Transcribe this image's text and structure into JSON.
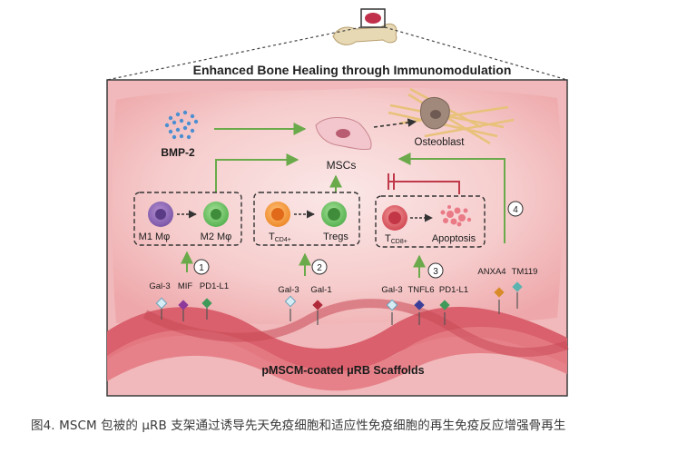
{
  "diagram": {
    "title": "Enhanced Bone Healing through Immunomodulation",
    "scaffold_label": "pMSCM-coated μRB Scaffolds",
    "bmp2_label": "BMP-2",
    "mscs_label": "MSCs",
    "osteoblast_label": "Osteoblast",
    "group1": {
      "m1_label": "M1 Mφ",
      "m2_label": "M2 Mφ",
      "step": "1",
      "markers": [
        "Gal-3",
        "MIF",
        "PD1-L1"
      ]
    },
    "group2": {
      "tcell_main": "T",
      "tcell_sub": "CD4+",
      "treg_label": "Tregs",
      "step": "2",
      "markers": [
        "Gal-3",
        "Gal-1"
      ]
    },
    "group3": {
      "tcell_main": "T",
      "tcell_sub": "CD8+",
      "apoptosis_label": "Apoptosis",
      "step": "3",
      "markers": [
        "Gal-3",
        "TNFL6",
        "PD1-L1"
      ]
    },
    "group4": {
      "step": "4",
      "markers": [
        "ANXA4",
        "TM119"
      ]
    },
    "colors": {
      "arrow_green": "#6aaa4a",
      "inhibit_red": "#c0394a",
      "scaffold_pink": "#d9606c",
      "background_pink": "#f5c6c6"
    }
  },
  "caption": "图4. MSCM 包被的 μRB 支架通过诱导先天免疫细胞和适应性免疫细胞的再生免疫反应增强骨再生"
}
